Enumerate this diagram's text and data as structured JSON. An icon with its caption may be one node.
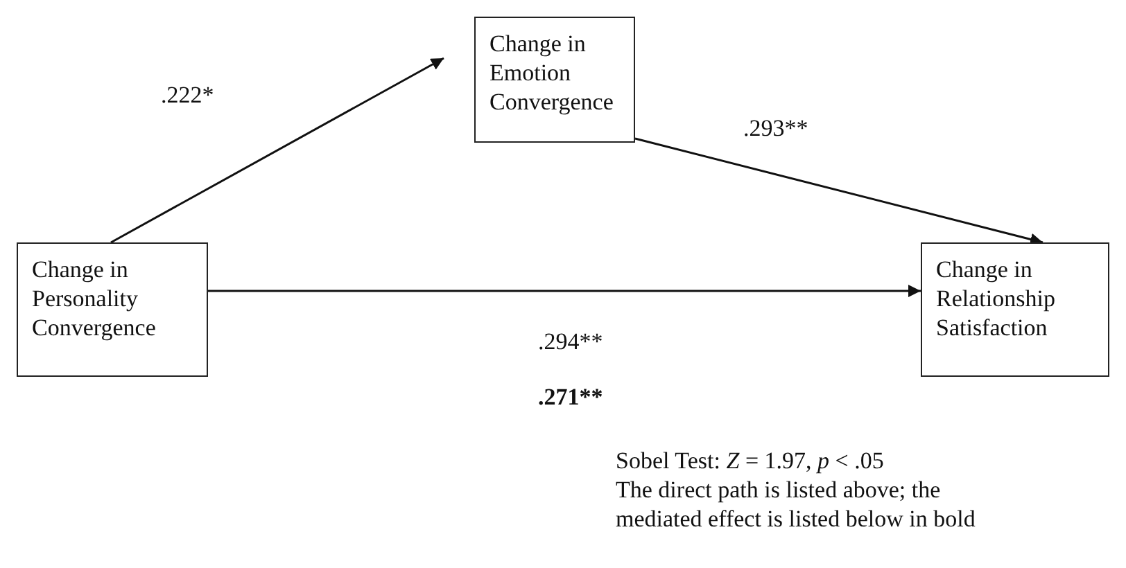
{
  "diagram": {
    "nodes": [
      {
        "text": [
          "Change in Personality Convergence"
        ]
      },
      {
        "text": [
          "Change in Emotion Convergence"
        ]
      },
      {
        "text": [
          "Change in Relationship Satisfaction"
        ]
      }
    ],
    "edges": [
      {
        "from": 0,
        "to": 1,
        "arrow": "to",
        "label": ".222*"
      },
      {
        "from": 1,
        "to": 2,
        "arrow": "to",
        "label": ".293**"
      },
      {
        "from": 0,
        "to": 2,
        "arrow": "to",
        "label": ".294**"
      }
    ],
    "labels": [
      ".271**",
      "Sobel Test: *Z* = 1.97, *p* < .05",
      "The direct path is listed above; the mediated effect is listed below in bold"
    ]
  }
}
